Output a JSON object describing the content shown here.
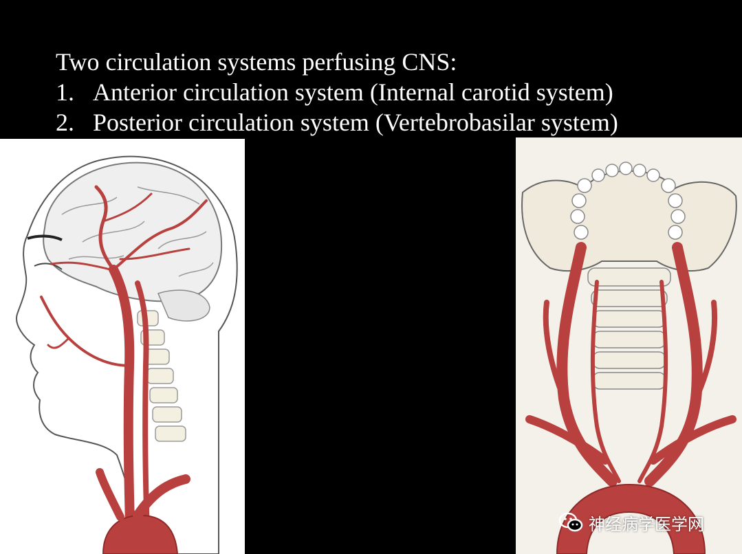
{
  "slide": {
    "heading": "Two circulation systems perfusing CNS:",
    "items": [
      {
        "number": "1.",
        "text": "Anterior circulation system (Internal carotid system)"
      },
      {
        "number": "2.",
        "text": "Posterior circulation system (Vertebrobasilar system)"
      }
    ]
  },
  "illustrations": {
    "left": "head-neck-carotid-lateral-illustration",
    "right": "vertebral-carotid-posterior-illustration"
  },
  "watermark": {
    "icon": "wechat-icon",
    "text": "神经病学医学网"
  },
  "colors": {
    "background": "#000000",
    "text": "#ffffff",
    "artery": "#b8403e",
    "artery_dark": "#8e2a2a",
    "bone": "#efeadc",
    "outline": "#555555"
  }
}
